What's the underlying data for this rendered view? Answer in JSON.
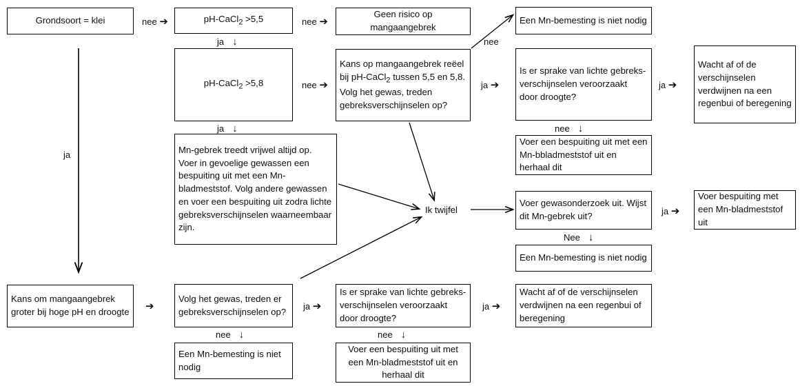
{
  "diagram": {
    "title": "Beslisboom mangaangebrek",
    "language": "nl",
    "stroke_color": "#000000",
    "text_color": "#0d0d0d",
    "background": "#ffffff"
  },
  "nodes": {
    "grondsoort_klei": "Grondsoort = klei",
    "ph_55": "pH-CaCl2 >5,5",
    "ph_58": "pH-CaCl2 >5,8",
    "geen_risico": "Geen risico op\nmangaangebrek",
    "kans_reeel": "Kans op mangaangebrek reëel bij pH-CaCl2 tussen 5,5 en 5,8. Volg het gewas, treden gebreksverschijnselen op?",
    "mn_gebrek_altijd": "Mn-gebrek treedt vrijwel altijd op. Voer in gevoelige gewassen een bespuiting uit met een Mn-bladmeststof. Volg andere gewassen en voer een bespuiting uit zodra lichte gebreksverschijnselen waarneembaar zijn.",
    "mn_niet_nodig_top": "Een Mn-bemesting is niet nodig",
    "lichte_gebreks_top": "Is er sprake van lichte gebreks-verschijnselen veroorzaakt door droogte?",
    "wacht_af_top": "Wacht af of de verschijnselen verdwijnen na een regenbui of beregening",
    "bespuiting_herhaal_top": "Voer een bespuiting uit met een Mn-bbladmeststof uit en herhaal dit",
    "ik_twijfel": "Ik twijfel",
    "gewasonderzoek": "Voer gewasonderzoek uit. Wijst dit Mn-gebrek uit?",
    "bespuiting_mn_right": "Voer bespuiting met een Mn-bladmeststof uit",
    "mn_niet_nodig_mid": "Een Mn-bemesting is niet nodig",
    "kans_hoge_ph": "Kans om mangaangebrek groter bij hoge pH en droogte",
    "volg_gewas": "Volg het gewas, treden er gebreksverschijnselen op?",
    "mn_niet_nodig_bottom": "Een Mn-bemesting is niet nodig",
    "lichte_gebreks_bottom": "Is er sprake van lichte gebreks-verschijnselen veroorzaakt door droogte?",
    "bespuiting_herhaal_bottom": "Voer een bespuiting uit met een Mn-bladmeststof uit en herhaal dit",
    "wacht_af_bottom": "Wacht af of de verschijnselen verdwijnen na een regenbui of beregening"
  },
  "edge_labels": {
    "klei_nee": "nee",
    "klei_ja": "ja",
    "ph55_nee": "nee",
    "ph55_ja": "ja",
    "ph58_nee": "nee",
    "ph58_ja": "ja",
    "kans_nee": "nee",
    "kans_ja": "ja",
    "lichte_top_ja": "ja",
    "lichte_top_nee": "nee",
    "gewasonderzoek_ja": "ja",
    "gewasonderzoek_nee": "Nee",
    "kans_hoge_ph_arrow": "",
    "volg_gewas_ja": "ja",
    "volg_gewas_nee": "nee",
    "lichte_bottom_ja": "ja",
    "lichte_bottom_nee": "nee"
  },
  "glyphs": {
    "arrow_right": "➔",
    "arrow_down": "↓"
  }
}
